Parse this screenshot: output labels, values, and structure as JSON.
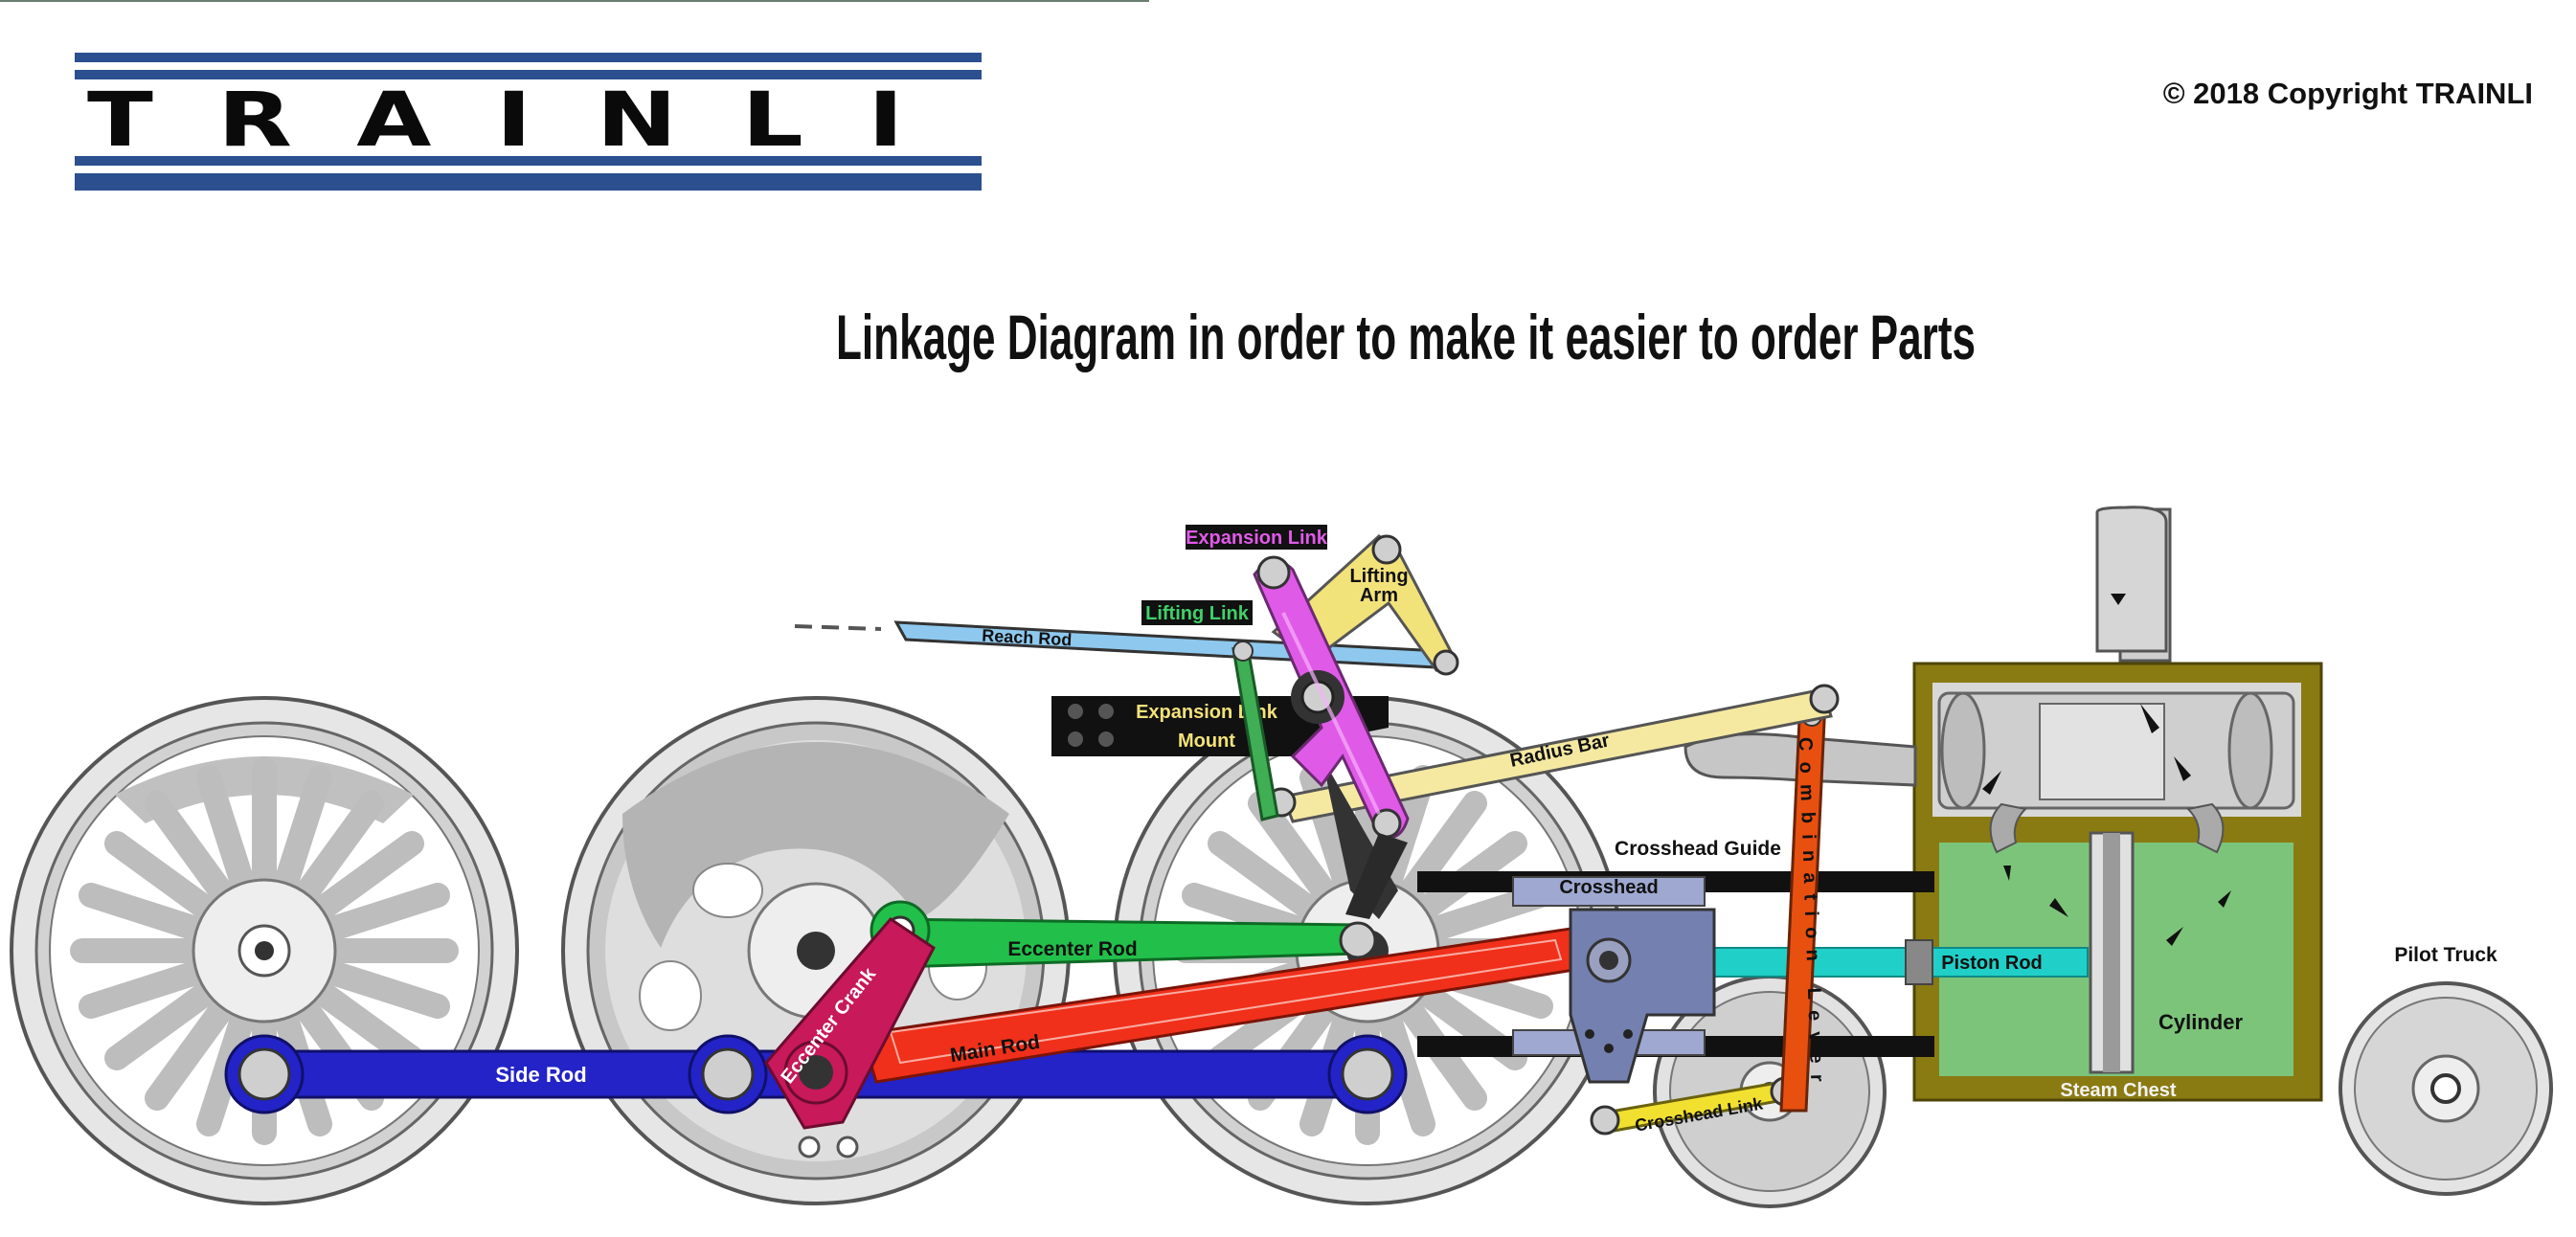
{
  "header": {
    "logo_text": "TRAINLI",
    "copyright": "© 2018 Copyright TRAINLI",
    "title": "Linkage Diagram in order to make it easier to order Parts"
  },
  "labels": {
    "expansion_link": "Expansion Link",
    "lifting_arm_1": "Lifting",
    "lifting_arm_2": "Arm",
    "lifting_link": "Lifting Link",
    "reach_rod": "Reach Rod",
    "expansion_link_mount_1": "Expansion Link",
    "expansion_link_mount_2": "Mount",
    "radius_bar": "Radius Bar",
    "crosshead_guide": "Crosshead Guide",
    "crosshead": "Crosshead",
    "combination_lever": "Combination Lever",
    "eccenter_rod": "Eccenter Rod",
    "eccenter_crank": "Eccenter Crank",
    "main_rod": "Main Rod",
    "side_rod": "Side Rod",
    "crosshead_link": "Crosshead Link",
    "piston_rod": "Piston Rod",
    "cylinder": "Cylinder",
    "steam_chest": "Steam Chest",
    "pilot_truck": "Pilot Truck"
  },
  "colors": {
    "brand_blue": "#2b4f8f",
    "side_rod": "#2323c8",
    "main_rod": "#f0301a",
    "eccenter_rod": "#22c04a",
    "eccenter_crank": "#c8195a",
    "expansion_link": "#e05ae8",
    "lifting_arm": "#f2e27a",
    "radius_bar": "#f5e9a2",
    "reach_rod": "#8ec8ee",
    "crosshead": "#7480b0",
    "combination_lever": "#e85010",
    "piston_rod": "#20d0c8",
    "crosshead_link": "#f2e030",
    "cylinder_fill": "#7cc47a",
    "steam_chest_frame": "#8a7a12"
  }
}
